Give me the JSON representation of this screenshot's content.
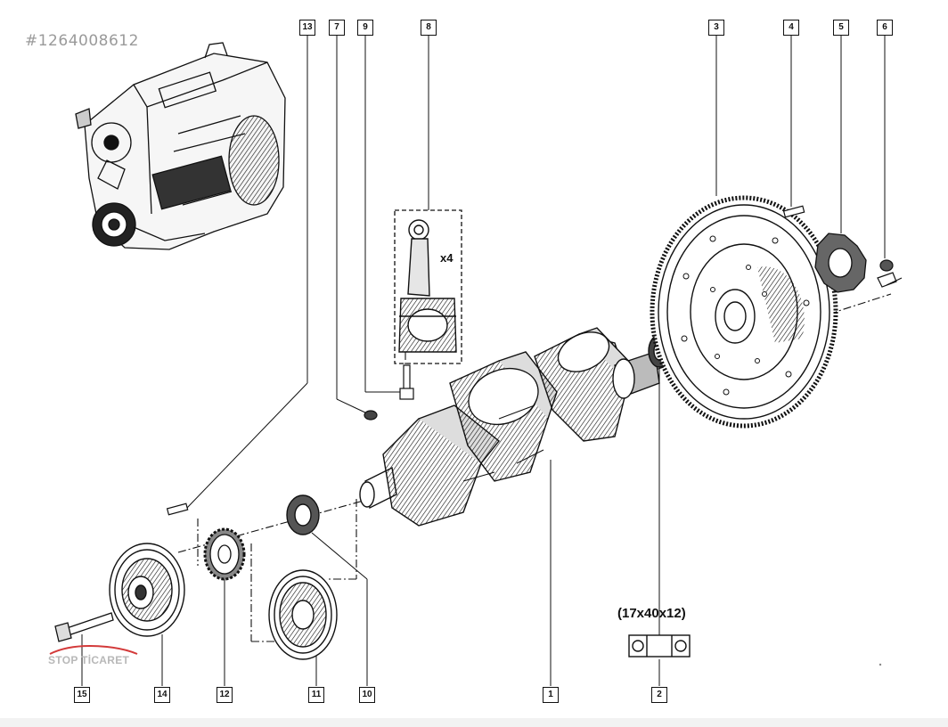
{
  "watermark_id": "#1264008612",
  "brand_logo_text": "STOP TİCARET",
  "part_callouts": [
    {
      "id": "c1",
      "label": "1"
    },
    {
      "id": "c2",
      "label": "2"
    },
    {
      "id": "c3",
      "label": "3"
    },
    {
      "id": "c4",
      "label": "4"
    },
    {
      "id": "c5",
      "label": "5"
    },
    {
      "id": "c6",
      "label": "6"
    },
    {
      "id": "c7",
      "label": "7"
    },
    {
      "id": "c8",
      "label": "8"
    },
    {
      "id": "c9",
      "label": "9"
    },
    {
      "id": "c10",
      "label": "10"
    },
    {
      "id": "c11",
      "label": "11"
    },
    {
      "id": "c12",
      "label": "12"
    },
    {
      "id": "c13",
      "label": "13"
    },
    {
      "id": "c14",
      "label": "14"
    },
    {
      "id": "c15",
      "label": "15"
    }
  ],
  "connecting_rod_quantity": "x4",
  "bearing_dimension": "(17x40x12)",
  "colors": {
    "ink": "#111111",
    "watermark": "#9a9a9a",
    "logo_accent": "#d33a3a"
  }
}
